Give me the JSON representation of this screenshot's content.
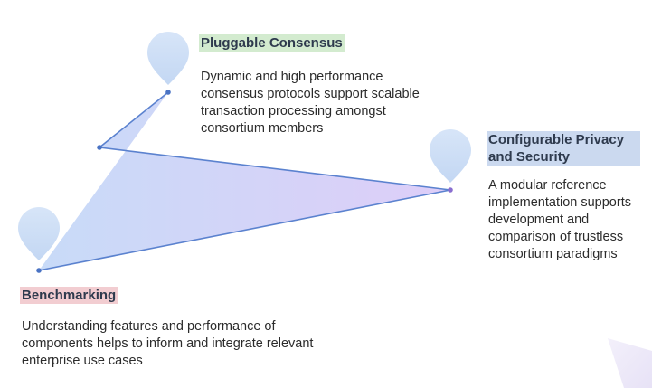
{
  "features": [
    {
      "id": "consensus",
      "heading": "Pluggable Consensus",
      "description": "Dynamic and high performance consensus protocols support scalable transaction processing amongst consortium members",
      "heading_color": "#d3ebcf"
    },
    {
      "id": "privacy",
      "heading": "Configurable Privacy and Security",
      "description": "A modular reference implementation supports development and comparison of trustless consortium paradigms",
      "heading_color": "#cbd9ef"
    },
    {
      "id": "benchmarking",
      "heading": "Benchmarking",
      "description": "Understanding features and performance of components helps to inform and integrate relevant enterprise use cases",
      "heading_color": "#f2cdd1"
    }
  ],
  "icons": {
    "marker": "map-pin-icon"
  },
  "colors": {
    "fill_start": "#c5d9f7",
    "fill_end": "#d8c8f7",
    "line": "#5b82cf",
    "marker": "#cfe0f7"
  }
}
